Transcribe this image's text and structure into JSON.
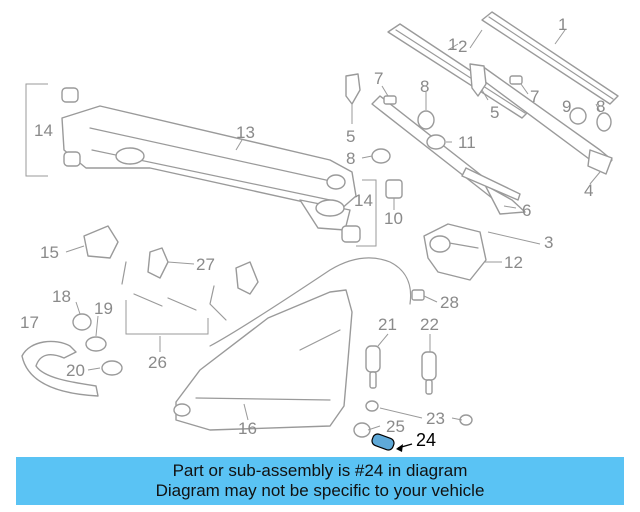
{
  "callouts": {
    "c1": "1",
    "c2": "2",
    "c1b": "1",
    "c7a": "7",
    "c7b": "7",
    "c8a": "8",
    "c8b": "8",
    "c8c": "8",
    "c5a": "5",
    "c5b": "5",
    "c9": "9",
    "c11": "11",
    "c14a": "14",
    "c14b": "14",
    "c13": "13",
    "c4": "4",
    "c10": "10",
    "c6": "6",
    "c3": "3",
    "c12": "12",
    "c15": "15",
    "c27": "27",
    "c18": "18",
    "c19": "19",
    "c17": "17",
    "c20": "20",
    "c26": "26",
    "c28": "28",
    "c21": "21",
    "c22": "22",
    "c16": "16",
    "c25": "25",
    "c23": "23",
    "c24": "24"
  },
  "highlight_part": "24",
  "colors": {
    "banner": "#5ac3f4",
    "line": "#9a9a9a",
    "highlight": "#000000"
  },
  "banner": {
    "line1": "Part or sub-assembly is #24 in diagram",
    "line2": "Diagram may not be specific to your vehicle"
  }
}
